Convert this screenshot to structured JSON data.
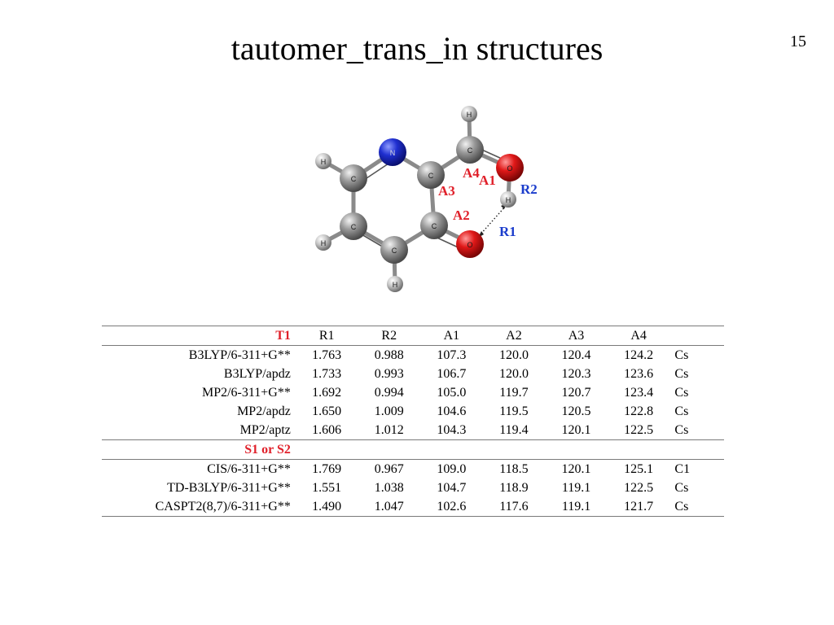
{
  "slide": {
    "title": "tautomer_trans_in structures",
    "page_number": "15"
  },
  "molecule": {
    "atoms": {
      "H_top": "H",
      "H_left_top": "H",
      "H_left_bottom": "H",
      "H_bottom": "H",
      "H_mid": "H",
      "N": "N",
      "C_top": "C",
      "C_left_top": "C",
      "C_left_bottom": "C",
      "C_bottom": "C",
      "C_mid_top": "C",
      "C_mid_bottom": "C",
      "O_top": "O",
      "O_bottom": "O"
    },
    "labels": {
      "A4": "A4",
      "A1": "A1",
      "A3": "A3",
      "A2": "A2",
      "R2": "R2",
      "R1": "R1"
    },
    "colors": {
      "carbon": "#8c8c8c",
      "hydrogen": "#c8c8c8",
      "nitrogen": "#1f2fd0",
      "oxygen": "#e01818",
      "angle_label": "#e0202a",
      "distance_label": "#1a3ccc"
    }
  },
  "table": {
    "columns": [
      "R1",
      "R2",
      "A1",
      "A2",
      "A3",
      "A4"
    ],
    "sections": [
      {
        "heading": "T1",
        "rows": [
          {
            "method": "B3LYP/6-311+G**",
            "values": [
              "1.763",
              "0.988",
              "107.3",
              "120.0",
              "120.4",
              "124.2"
            ],
            "symmetry": "Cs"
          },
          {
            "method": "B3LYP/apdz",
            "values": [
              "1.733",
              "0.993",
              "106.7",
              "120.0",
              "120.3",
              "123.6"
            ],
            "symmetry": "Cs"
          },
          {
            "method": "MP2/6-311+G**",
            "values": [
              "1.692",
              "0.994",
              "105.0",
              "119.7",
              "120.7",
              "123.4"
            ],
            "symmetry": "Cs"
          },
          {
            "method": "MP2/apdz",
            "values": [
              "1.650",
              "1.009",
              "104.6",
              "119.5",
              "120.5",
              "122.8"
            ],
            "symmetry": "Cs"
          },
          {
            "method": "MP2/aptz",
            "values": [
              "1.606",
              "1.012",
              "104.3",
              "119.4",
              "120.1",
              "122.5"
            ],
            "symmetry": "Cs"
          }
        ]
      },
      {
        "heading": "S1 or S2",
        "rows": [
          {
            "method": "CIS/6-311+G**",
            "values": [
              "1.769",
              "0.967",
              "109.0",
              "118.5",
              "120.1",
              "125.1"
            ],
            "symmetry": "C1"
          },
          {
            "method": "TD-B3LYP/6-311+G**",
            "values": [
              "1.551",
              "1.038",
              "104.7",
              "118.9",
              "119.1",
              "122.5"
            ],
            "symmetry": "Cs"
          },
          {
            "method": "CASPT2(8,7)/6-311+G**",
            "values": [
              "1.490",
              "1.047",
              "102.6",
              "117.6",
              "119.1",
              "121.7"
            ],
            "symmetry": "Cs"
          }
        ]
      }
    ],
    "colors": {
      "section_heading": "#e0202a",
      "rule": "#7a7a7a"
    }
  }
}
